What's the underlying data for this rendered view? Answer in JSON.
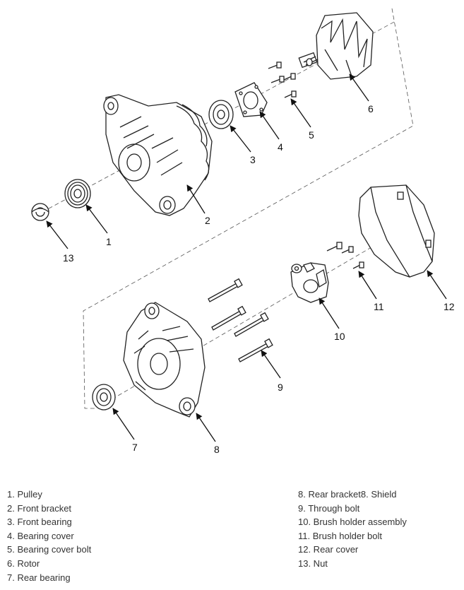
{
  "callouts": [
    "1",
    "2",
    "3",
    "4",
    "5",
    "6",
    "7",
    "8",
    "9",
    "10",
    "11",
    "12",
    "13"
  ],
  "legend_left": [
    "1. Pulley",
    "2. Front bracket",
    "3. Front bearing",
    "4. Bearing cover",
    "5. Bearing cover bolt",
    "6. Rotor",
    "7. Rear bearing"
  ],
  "legend_right": [
    "8. Rear bracket8. Shield",
    "9. Through bolt",
    "10. Brush holder assembly",
    "11. Brush holder bolt",
    "12. Rear cover",
    "13. Nut"
  ]
}
